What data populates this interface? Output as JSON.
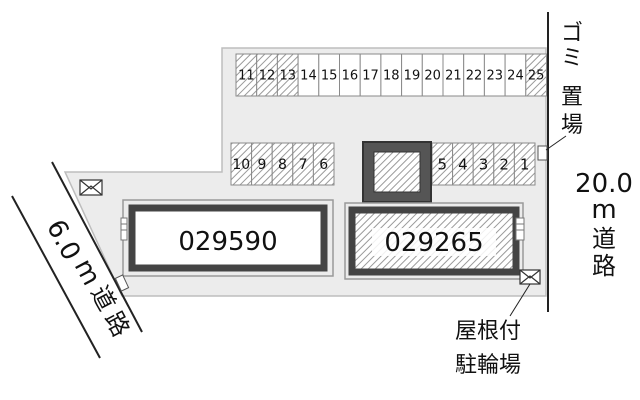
{
  "parking": {
    "top_row": [
      "11",
      "12",
      "13",
      "14",
      "15",
      "16",
      "17",
      "18",
      "19",
      "20",
      "21",
      "22",
      "23",
      "24",
      "25"
    ],
    "top_row_hatched": [
      "11",
      "12",
      "13",
      "25"
    ],
    "left_row": [
      "10",
      "9",
      "8",
      "7",
      "6"
    ],
    "right_row": [
      "5",
      "4",
      "3",
      "2",
      "1"
    ]
  },
  "buildings": {
    "left_id": "029590",
    "right_id": "029265"
  },
  "roads": {
    "left_width": "6.0",
    "right_width": "20.0",
    "unit": "m",
    "road_word_1": "道",
    "road_word_2": "路"
  },
  "labels": {
    "garbage_1": "ゴ",
    "garbage_2": "ミ",
    "garbage_3": "置",
    "garbage_4": "場",
    "bike_line1": "屋根付",
    "bike_line2": "駐輪場"
  },
  "colors": {
    "lot_fill": "#ececec",
    "lot_stroke": "#bdbdbd",
    "building_border": "#444444",
    "hatch": "#9a9a9a",
    "line": "#222222"
  }
}
